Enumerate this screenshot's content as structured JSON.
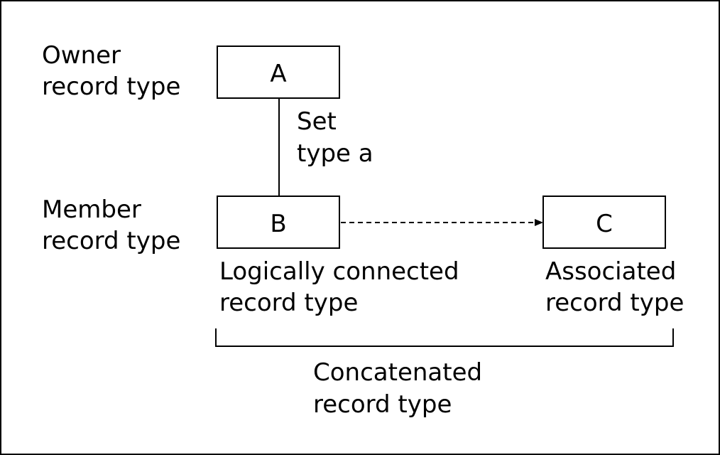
{
  "labels": {
    "owner_line1": "Owner",
    "owner_line2": "record type",
    "member_line1": "Member",
    "member_line2": "record type",
    "set_line1": "Set",
    "set_line2": "type a",
    "logical_line1": "Logically connected",
    "logical_line2": "record type",
    "associated_line1": "Associated",
    "associated_line2": "record type",
    "concat_line1": "Concatenated",
    "concat_line2": "record type"
  },
  "boxes": {
    "a": "A",
    "b": "B",
    "c": "C"
  }
}
